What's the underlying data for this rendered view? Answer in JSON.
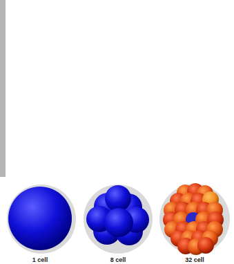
{
  "diagram": {
    "labels": [
      "1 cell",
      "8 cell",
      "32 cell"
    ]
  }
}
